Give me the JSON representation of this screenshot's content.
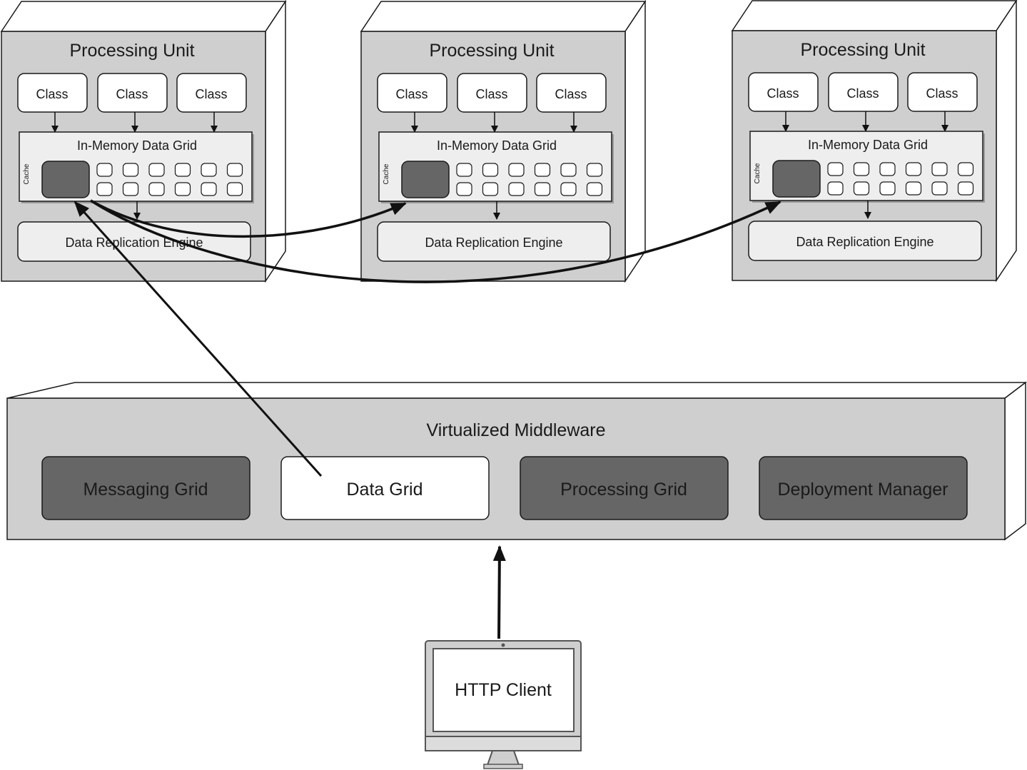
{
  "processing_units": [
    {
      "title": "Processing Unit",
      "classes": [
        "Class",
        "Class",
        "Class"
      ],
      "grid_title": "In-Memory Data Grid",
      "cache_label": "Cache",
      "engine_label": "Data Replication Engine"
    },
    {
      "title": "Processing Unit",
      "classes": [
        "Class",
        "Class",
        "Class"
      ],
      "grid_title": "In-Memory Data Grid",
      "cache_label": "Cache",
      "engine_label": "Data Replication Engine"
    },
    {
      "title": "Processing Unit",
      "classes": [
        "Class",
        "Class",
        "Class"
      ],
      "grid_title": "In-Memory Data Grid",
      "cache_label": "Cache",
      "engine_label": "Data Replication Engine"
    }
  ],
  "middleware": {
    "title": "Virtualized Middleware",
    "components": [
      {
        "label": "Messaging Grid",
        "highlighted": false
      },
      {
        "label": "Data Grid",
        "highlighted": true
      },
      {
        "label": "Processing Grid",
        "highlighted": false
      },
      {
        "label": "Deployment Manager",
        "highlighted": false
      }
    ]
  },
  "client": {
    "label": "HTTP Client"
  },
  "colors": {
    "box_fill": "#cfcfcf",
    "dark_fill": "#666666",
    "light_fill": "#eeeeee",
    "white": "#ffffff",
    "stroke": "#1a1a1a"
  }
}
